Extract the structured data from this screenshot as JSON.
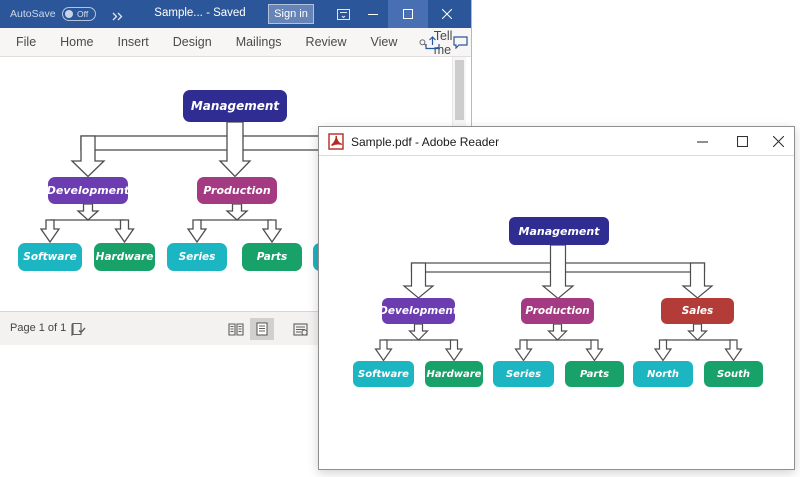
{
  "word_window": {
    "titlebar": {
      "autosave_label": "AutoSave",
      "autosave_state": "Off",
      "title": "Sample... - Saved",
      "signin_label": "Sign in"
    },
    "ribbon": {
      "tabs": [
        "File",
        "Home",
        "Insert",
        "Design",
        "Mailings",
        "Review",
        "View"
      ],
      "tellme_label": "Tell me"
    },
    "statusbar": {
      "page_indicator": "Page 1 of 1",
      "selected_view": "print-layout"
    }
  },
  "adobe_window": {
    "title": "Sample.pdf - Adobe Reader"
  },
  "org_chart": {
    "root": "Management",
    "branches": [
      {
        "label": "Development",
        "children": [
          "Software",
          "Hardware"
        ]
      },
      {
        "label": "Production",
        "children": [
          "Series",
          "Parts"
        ]
      },
      {
        "label": "Sales",
        "children": [
          "North",
          "South"
        ]
      }
    ]
  },
  "colors": {
    "word_titlebar": "#2b579a",
    "management": "#2f2d91",
    "development": "#6c3db1",
    "production": "#a43a82",
    "sales": "#b43c38",
    "teal": "#1cb5c2",
    "green": "#18a169",
    "connector": "#4d4d4d"
  }
}
